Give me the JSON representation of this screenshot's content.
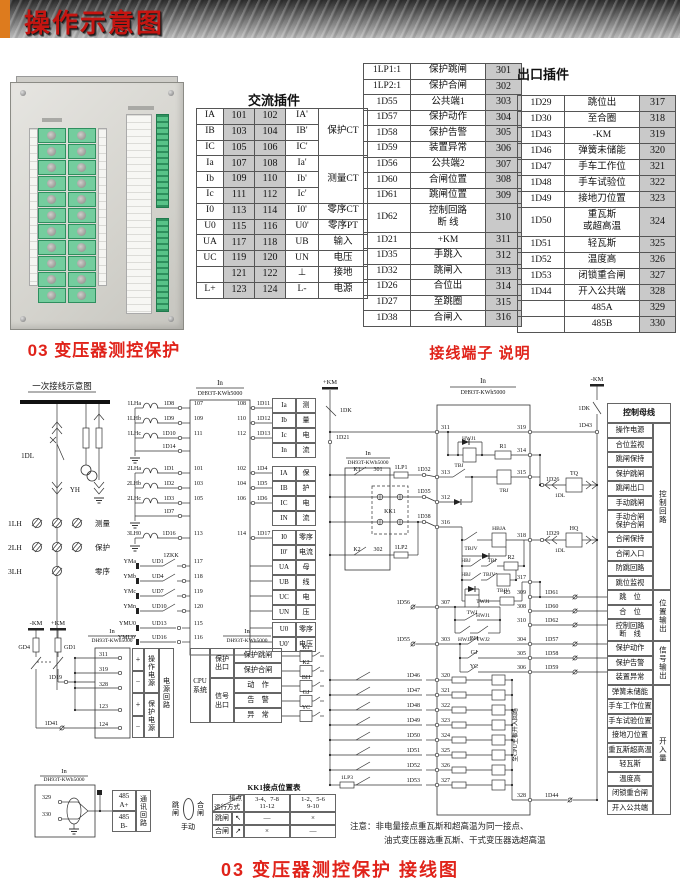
{
  "header": {
    "title": "操作示意图"
  },
  "captions": {
    "device": "03 变压器测控保护",
    "terminal": "接线端子 说明",
    "bottom": "03 变压器测控保护 接线图"
  },
  "ac_table": {
    "title": "交流插件",
    "rows": [
      [
        "IA",
        "101",
        "102",
        "IA'",
        "保护CT",
        3
      ],
      [
        "IB",
        "103",
        "104",
        "IB'"
      ],
      [
        "IC",
        "105",
        "106",
        "IC'"
      ],
      [
        "Ia",
        "107",
        "108",
        "Ia'",
        "测量CT",
        3
      ],
      [
        "Ib",
        "109",
        "110",
        "Ib'"
      ],
      [
        "Ic",
        "111",
        "112",
        "Ic'"
      ],
      [
        "I0",
        "113",
        "114",
        "I0'",
        "零序CT",
        1
      ],
      [
        "U0",
        "115",
        "116",
        "U0'",
        "零序PT",
        1
      ],
      [
        "UA",
        "117",
        "118",
        "UB",
        "输入",
        1
      ],
      [
        "UC",
        "119",
        "120",
        "UN",
        "电压",
        1
      ],
      [
        "",
        "121",
        "122",
        "⊥",
        "接地",
        1
      ],
      [
        "L+",
        "123",
        "124",
        "L-",
        "电源",
        1
      ]
    ]
  },
  "mid_table": {
    "rows": [
      [
        "1LP1:1",
        "保护跳闸",
        "301"
      ],
      [
        "1LP2:1",
        "保护合闸",
        "302"
      ],
      [
        "1D55",
        "公共端1",
        "303"
      ],
      [
        "1D57",
        "保护动作",
        "304"
      ],
      [
        "1D58",
        "保护告警",
        "305"
      ],
      [
        "1D59",
        "装置异常",
        "306"
      ],
      [
        "1D56",
        "公共端2",
        "307"
      ],
      [
        "1D60",
        "合闸位置",
        "308"
      ],
      [
        "1D61",
        "跳闸位置",
        "309"
      ],
      [
        "1D62",
        "控制回路\n断    线",
        "310"
      ],
      [
        "1D21",
        "+KM",
        "311"
      ],
      [
        "1D35",
        "手跳入",
        "312"
      ],
      [
        "1D32",
        "跳闸入",
        "313"
      ],
      [
        "1D26",
        "合位出",
        "314"
      ],
      [
        "1D27",
        "至跳圈",
        "315"
      ],
      [
        "1D38",
        "合闸入",
        "316"
      ]
    ]
  },
  "out_table": {
    "title": "出口插件",
    "rows": [
      [
        "1D29",
        "跳位出",
        "317"
      ],
      [
        "1D30",
        "至合圈",
        "318"
      ],
      [
        "1D43",
        "-KM",
        "319"
      ],
      [
        "1D46",
        "弹簧未储能",
        "320"
      ],
      [
        "1D47",
        "手车工作位",
        "321"
      ],
      [
        "1D48",
        "手车试验位",
        "322"
      ],
      [
        "1D49",
        "接地刀位置",
        "323"
      ],
      [
        "1D50",
        "重瓦斯\n或超高温",
        "324"
      ],
      [
        "1D51",
        "轻瓦斯",
        "325"
      ],
      [
        "1D52",
        "温度高",
        "326"
      ],
      [
        "1D53",
        "闭锁重合闸",
        "327"
      ],
      [
        "1D44",
        "开入公共端",
        "328"
      ],
      [
        "",
        "485A",
        "329"
      ],
      [
        "",
        "485B",
        "330"
      ]
    ]
  },
  "right_column": {
    "header": "控制母线",
    "groups": [
      {
        "label": "控制回路",
        "rows": [
          "操作电源",
          "合位监视",
          "跳闸保持",
          "保护跳闸",
          "跳闸出口",
          "手动跳闸",
          "手动合闸\n保护合闸",
          "合闸保持",
          "合闸入口",
          "防跳回路",
          "跳位监视"
        ]
      },
      {
        "label": "位置输出",
        "rows": [
          "跳　位",
          "合　位",
          "控制回路\n断　线"
        ]
      },
      {
        "label": "信号输出",
        "rows": [
          "保护动作",
          "保护告警",
          "装置异常"
        ]
      },
      {
        "label": "开入量",
        "rows": [
          "弹簧未储能",
          "手车工作位置",
          "手车试验位置",
          "接地刀位置",
          "重瓦斯超高温",
          "轻瓦斯",
          "温度高",
          "闭锁重合闸",
          "开入公共端"
        ]
      }
    ]
  },
  "ct_tables": [
    {
      "rows": [
        [
          "Ia",
          "测"
        ],
        [
          "Ib",
          "量"
        ],
        [
          "Ic",
          "电"
        ],
        [
          "In",
          "流"
        ]
      ]
    },
    {
      "rows": [
        [
          "IA",
          "保"
        ],
        [
          "IB",
          "护"
        ],
        [
          "IC",
          "电"
        ],
        [
          "IN",
          "流"
        ]
      ]
    },
    {
      "rows": [
        [
          "I0",
          "零序"
        ],
        [
          "I0'",
          "电流"
        ]
      ]
    },
    {
      "rows": [
        [
          "UA",
          "母"
        ],
        [
          "UB",
          "线"
        ],
        [
          "UC",
          "电"
        ],
        [
          "UN",
          "压"
        ]
      ]
    },
    {
      "rows": [
        [
          "U0",
          "零序"
        ],
        [
          "U0'",
          "电压"
        ]
      ]
    }
  ],
  "power_box": {
    "signs": [
      "+",
      "−",
      "+",
      "−"
    ],
    "groups": [
      "操作电源",
      "保护电源"
    ],
    "side": "电源回路"
  },
  "cpu_box": {
    "left": "CPU\n系统",
    "mid": [
      "保护\n出口",
      "信号\n出口"
    ],
    "rows": [
      "保护跳闸",
      "保护合闸",
      "动　作",
      "告　警",
      "异　常"
    ],
    "relays": [
      "K1",
      "K2",
      "BH",
      "GJ",
      "YC"
    ]
  },
  "comm_box": {
    "rows": [
      "485\nA+",
      "485\nB-"
    ],
    "side": "通讯回路"
  },
  "kk1": {
    "title": "KK1接点位置表",
    "corner_top": "接点",
    "corner_bottom": "运行方式",
    "cols": [
      "3-4、7-8\n11-12",
      "1-2、5-6\n9-10"
    ],
    "rows": [
      {
        "name": "跳闸",
        "arrow": "↖",
        "cells": [
          "—",
          "×"
        ]
      },
      {
        "name": "合闸",
        "arrow": "↗",
        "cells": [
          "×",
          "—"
        ]
      }
    ],
    "switch": {
      "left": "跳闸",
      "right": "合闸",
      "bottom": "手动"
    }
  },
  "note": {
    "line1": "注意：非电量接点重瓦斯和超高温为同一接点、",
    "line2": "油式变压器选重瓦斯、干式变压器选超高温"
  },
  "primary_title": "一次接线示意图",
  "diagram_labels": [
    [
      "一次接线示意图",
      62,
      19,
      8.5,
      "m"
    ],
    [
      "1DL",
      34,
      88,
      7,
      "e"
    ],
    [
      "YH",
      80,
      122,
      7,
      "e"
    ],
    [
      "1LH",
      8,
      156,
      7.5
    ],
    [
      "2LH",
      8,
      180,
      7.5
    ],
    [
      "3LH",
      8,
      204,
      7.5
    ],
    [
      "测量",
      95,
      156,
      7.5
    ],
    [
      "保护",
      95,
      180,
      7.5
    ],
    [
      "零序",
      95,
      204,
      7.5
    ],
    [
      "In",
      220,
      15,
      7,
      "m"
    ],
    [
      "DH93T-KWh5000",
      220,
      25,
      6,
      "m"
    ],
    [
      "1LHa",
      141,
      35,
      6,
      "e"
    ],
    [
      "1LHb",
      141,
      50,
      6,
      "e"
    ],
    [
      "1LHc",
      141,
      65,
      6,
      "e"
    ],
    [
      "1D8",
      169,
      35,
      6,
      "m"
    ],
    [
      "1D9",
      169,
      50,
      6,
      "m"
    ],
    [
      "1D10",
      169,
      65,
      6,
      "m"
    ],
    [
      "1D14",
      169,
      78,
      6,
      "m"
    ],
    [
      "107",
      194,
      35,
      6
    ],
    [
      "108",
      246,
      35,
      6,
      "e"
    ],
    [
      "109",
      194,
      50,
      6
    ],
    [
      "110",
      246,
      50,
      6,
      "e"
    ],
    [
      "111",
      194,
      65,
      6
    ],
    [
      "112",
      246,
      65,
      6,
      "e"
    ],
    [
      "1D11",
      257,
      35,
      6
    ],
    [
      "1D12",
      257,
      50,
      6
    ],
    [
      "1D13",
      257,
      65,
      6
    ],
    [
      "2LHa",
      141,
      100,
      6,
      "e"
    ],
    [
      "2LHb",
      141,
      115,
      6,
      "e"
    ],
    [
      "2LHc",
      141,
      130,
      6,
      "e"
    ],
    [
      "1D1",
      169,
      100,
      6,
      "m"
    ],
    [
      "1D2",
      169,
      115,
      6,
      "m"
    ],
    [
      "1D3",
      169,
      130,
      6,
      "m"
    ],
    [
      "1D7",
      169,
      143,
      6,
      "m"
    ],
    [
      "101",
      194,
      100,
      6
    ],
    [
      "102",
      246,
      100,
      6,
      "e"
    ],
    [
      "103",
      194,
      115,
      6
    ],
    [
      "104",
      246,
      115,
      6,
      "e"
    ],
    [
      "105",
      194,
      130,
      6
    ],
    [
      "106",
      246,
      130,
      6,
      "e"
    ],
    [
      "1D4",
      257,
      100,
      6
    ],
    [
      "1D5",
      257,
      115,
      6
    ],
    [
      "1D6",
      257,
      130,
      6
    ],
    [
      "3LH0",
      141,
      165,
      6,
      "e"
    ],
    [
      "1D16",
      169,
      165,
      6,
      "m"
    ],
    [
      "113",
      194,
      165,
      6
    ],
    [
      "114",
      246,
      165,
      6,
      "e"
    ],
    [
      "1D17",
      257,
      165,
      6
    ],
    [
      "YMa",
      136,
      193,
      6,
      "e"
    ],
    [
      "YMb",
      136,
      208,
      6,
      "e"
    ],
    [
      "YMc",
      136,
      223,
      6,
      "e"
    ],
    [
      "YMn",
      136,
      238,
      6,
      "e"
    ],
    [
      "UD1",
      152,
      193,
      6
    ],
    [
      "UD4",
      152,
      208,
      6
    ],
    [
      "UD7",
      152,
      223,
      6
    ],
    [
      "UD10",
      152,
      238,
      6
    ],
    [
      "1ZKK",
      171,
      187,
      6,
      "m"
    ],
    [
      "117",
      194,
      193,
      6
    ],
    [
      "118",
      194,
      208,
      6
    ],
    [
      "119",
      194,
      223,
      6
    ],
    [
      "120",
      194,
      238,
      6
    ],
    [
      "YMU0",
      136,
      255,
      6,
      "e"
    ],
    [
      "YMU0'",
      136,
      269,
      6,
      "e"
    ],
    [
      "UD13",
      152,
      255,
      6
    ],
    [
      "UD16",
      152,
      269,
      6
    ],
    [
      "115",
      194,
      255,
      6
    ],
    [
      "116",
      194,
      269,
      6
    ],
    [
      "+KM",
      330,
      14,
      6.5,
      "m"
    ],
    [
      "1DK",
      340,
      42,
      6
    ],
    [
      "1D21",
      336,
      69,
      6
    ],
    [
      "In",
      368,
      85,
      6.5,
      "m"
    ],
    [
      "DH93T-KWh5000",
      368,
      94,
      5.5,
      "m"
    ],
    [
      "K1",
      357,
      101,
      6,
      "m"
    ],
    [
      "301",
      378,
      101,
      6,
      "m"
    ],
    [
      "1LP1",
      401,
      99,
      6,
      "m"
    ],
    [
      "1D32",
      424,
      101,
      6,
      "m"
    ],
    [
      "KK1",
      390,
      143,
      6,
      "m"
    ],
    [
      "1D35",
      424,
      123,
      6,
      "m"
    ],
    [
      "1D38",
      424,
      148,
      6,
      "m"
    ],
    [
      "K2",
      357,
      181,
      6,
      "m"
    ],
    [
      "302",
      378,
      181,
      6,
      "m"
    ],
    [
      "1LP2",
      401,
      179,
      6,
      "m"
    ],
    [
      "In",
      483,
      13,
      7,
      "m"
    ],
    [
      "DH93T-KWh5000",
      483,
      24,
      6,
      "m"
    ],
    [
      "311",
      441,
      59,
      6
    ],
    [
      "313",
      441,
      104,
      6
    ],
    [
      "312",
      441,
      129,
      6
    ],
    [
      "316",
      441,
      154,
      6
    ],
    [
      "307",
      441,
      234,
      6
    ],
    [
      "303",
      441,
      271,
      6
    ],
    [
      "320",
      441,
      307,
      6
    ],
    [
      "321",
      441,
      322,
      6
    ],
    [
      "322",
      441,
      337,
      6
    ],
    [
      "323",
      441,
      352,
      6
    ],
    [
      "324",
      441,
      367,
      6
    ],
    [
      "325",
      441,
      382,
      6
    ],
    [
      "326",
      441,
      397,
      6
    ],
    [
      "327",
      441,
      412,
      6
    ],
    [
      "1D56",
      410,
      234,
      6,
      "e"
    ],
    [
      "1D55",
      410,
      271,
      6,
      "e"
    ],
    [
      "1D46",
      420,
      307,
      6,
      "e"
    ],
    [
      "1D47",
      420,
      322,
      6,
      "e"
    ],
    [
      "1D48",
      420,
      337,
      6,
      "e"
    ],
    [
      "1D49",
      420,
      352,
      6,
      "e"
    ],
    [
      "1D50",
      420,
      367,
      6,
      "e"
    ],
    [
      "1D51",
      420,
      382,
      6,
      "e"
    ],
    [
      "1D52",
      420,
      397,
      6,
      "e"
    ],
    [
      "1D53",
      420,
      412,
      6,
      "e"
    ],
    [
      "1LP3",
      347,
      409,
      5.5,
      "m"
    ],
    [
      "HWJ1",
      469,
      70,
      5.5,
      "m"
    ],
    [
      "R1",
      503,
      78,
      6,
      "m"
    ],
    [
      "TBJ",
      459,
      97,
      5.5,
      "m"
    ],
    [
      "TRJ",
      504,
      122,
      5.5,
      "m"
    ],
    [
      "TBJV",
      471,
      180,
      5.5,
      "m"
    ],
    [
      "HBJA",
      499,
      160,
      5.5,
      "m"
    ],
    [
      "HBJ",
      466,
      192,
      5.2,
      "m"
    ],
    [
      "TBJ",
      492,
      192,
      5.2,
      "m"
    ],
    [
      "R2",
      511,
      189,
      6,
      "m"
    ],
    [
      "HBJ",
      466,
      206,
      5.2,
      "m"
    ],
    [
      "TBJV",
      489,
      206,
      5.2,
      "m"
    ],
    [
      "TBJV",
      503,
      222,
      5.2,
      "m"
    ],
    [
      "TWJ",
      472,
      244,
      5.5,
      "m"
    ],
    [
      "R3",
      507,
      224,
      6,
      "m"
    ],
    [
      "TWJ1",
      483,
      233,
      5.5,
      "m"
    ],
    [
      "HWJ1",
      483,
      247,
      5.5,
      "m"
    ],
    [
      "HWJ2",
      465,
      271,
      5.5,
      "m"
    ],
    [
      "TWJ2",
      483,
      271,
      5.5,
      "m"
    ],
    [
      "BH",
      474,
      270,
      6,
      "m"
    ],
    [
      "GJ",
      474,
      284,
      6,
      "m"
    ],
    [
      "YC",
      474,
      298,
      6,
      "m"
    ],
    [
      "至CPU主板开入回路",
      517,
      365,
      6,
      "m",
      -90
    ],
    [
      "319",
      526,
      59,
      6,
      "e"
    ],
    [
      "314",
      526,
      82,
      6,
      "e"
    ],
    [
      "315",
      526,
      104,
      6,
      "e"
    ],
    [
      "318",
      526,
      167,
      6,
      "e"
    ],
    [
      "317",
      526,
      209,
      6,
      "e"
    ],
    [
      "309",
      526,
      224,
      6,
      "e"
    ],
    [
      "308",
      526,
      238,
      6,
      "e"
    ],
    [
      "310",
      526,
      252,
      6,
      "e"
    ],
    [
      "304",
      526,
      271,
      6,
      "e"
    ],
    [
      "305",
      526,
      285,
      6,
      "e"
    ],
    [
      "306",
      526,
      299,
      6,
      "e"
    ],
    [
      "328",
      526,
      427,
      6,
      "e"
    ],
    [
      "-KM",
      597,
      11,
      6.5,
      "m"
    ],
    [
      "1DK",
      590,
      40,
      6,
      "e"
    ],
    [
      "1D43",
      592,
      57,
      6,
      "e"
    ],
    [
      "1D26",
      546,
      111,
      6
    ],
    [
      "TQ",
      574,
      105,
      6,
      "m"
    ],
    [
      "1DL",
      560,
      127,
      5.5,
      "m"
    ],
    [
      "1D29",
      546,
      165,
      6
    ],
    [
      "HQ",
      574,
      160,
      6,
      "m"
    ],
    [
      "1DL",
      560,
      182,
      5.5,
      "m"
    ],
    [
      "1D61",
      545,
      224,
      6
    ],
    [
      "1D60",
      545,
      238,
      6
    ],
    [
      "1D62",
      545,
      252,
      6
    ],
    [
      "1D57",
      545,
      271,
      6
    ],
    [
      "1D58",
      545,
      285,
      6
    ],
    [
      "1D59",
      545,
      299,
      6
    ],
    [
      "1D44",
      545,
      427,
      6
    ],
    [
      "-KM",
      36,
      255,
      6.5,
      "m"
    ],
    [
      "+KM",
      58,
      255,
      6.5,
      "m"
    ],
    [
      "GD4",
      30,
      279,
      6,
      "e"
    ],
    [
      "GD1",
      64,
      279,
      6
    ],
    [
      "1D19",
      62,
      309,
      6,
      "e"
    ],
    [
      "1D41",
      58,
      355,
      6,
      "e"
    ],
    [
      "In",
      112,
      263,
      6.5,
      "m"
    ],
    [
      "DH93T-KWh5000",
      112,
      272,
      5.5,
      "m"
    ],
    [
      "311",
      99,
      286,
      6
    ],
    [
      "319",
      99,
      301,
      6
    ],
    [
      "328",
      99,
      316,
      6
    ],
    [
      "123",
      99,
      338,
      6
    ],
    [
      "124",
      99,
      356,
      6
    ],
    [
      "In",
      247,
      263,
      6.5,
      "m"
    ],
    [
      "DH93T-KWh5000",
      247,
      272,
      5.5,
      "m"
    ],
    [
      "In",
      64,
      403,
      6.5,
      "m"
    ],
    [
      "DH93T-KWh5000",
      64,
      411,
      5.5,
      "m"
    ],
    [
      "329",
      42,
      429,
      6
    ],
    [
      "330",
      42,
      446,
      6
    ]
  ]
}
